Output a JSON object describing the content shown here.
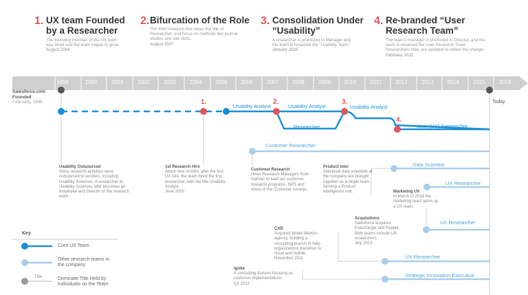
{
  "milestones": [
    {
      "num": "1.",
      "title_l1": "UX team Founded",
      "title_l2": "by a Researcher",
      "desc_l1": "The founding member of the UX team",
      "desc_l2": "was hired and the team began to grow.",
      "date": "August 2004"
    },
    {
      "num": "2.",
      "title_l1": "Bifurcation of the Role",
      "desc_l1": "The third research hire takes the title of",
      "desc_l2": "Researcher, and focus on methods like journal",
      "desc_l3": "studies and  site visits.",
      "date": "August 2007"
    },
    {
      "num": "3.",
      "title_l1": "Consolidation Under",
      "title_l2": "“Usability”",
      "desc_l1": "A researcher is promoted to Manager and",
      "desc_l2": "the team is renamed the “Usability Team”.",
      "date": "January 2010"
    },
    {
      "num": "4.",
      "title_l1": "Re-branded “User",
      "title_l2": "Research Team”",
      "desc_l1": "The team's manager is promoted to Director, and the",
      "desc_l2": "team is renamed the User Research Team.",
      "desc_l3": "Researchers titles are updated to reflect the change.",
      "date": "February 2012"
    }
  ],
  "years": [
    "1999",
    "2000",
    "2001",
    "2002",
    "2003",
    "2004",
    "2005",
    "2006",
    "2007",
    "2008",
    "2009",
    "2010",
    "2011",
    "2012",
    "2013",
    "2014",
    "2015",
    "2016"
  ],
  "founded": {
    "l1": "Salesforce.com",
    "l2": "Founded",
    "l3": "February, 1999"
  },
  "today": "Today",
  "markers": [
    "1.",
    "2.",
    "3.",
    "4."
  ],
  "track_labels": {
    "usability_analyst_1": "Usability Analyst",
    "usability_analyst_2": "Usability Analyst",
    "usability_analyst_3": "Usability Analyst",
    "researcher": "Researcher",
    "user_ux_researcher": "User (UX) Researcher",
    "customer_researcher": "Customer Researcher",
    "data_scientist": "Data Scientist",
    "ux_researcher_1": "UX Researcher",
    "ux_researcher_2": "UX Researcher",
    "ux_researcher_3": "UX Researcher",
    "strategic_innovation": "Strategic Innovation Executive"
  },
  "notes": {
    "usability_outsourced": {
      "title": "Usability Outsourced",
      "l1": "Many research activities were",
      "l2": "outsourced to vendors, including",
      "l3": "Usability Sciences. A researcher at",
      "l4": "Usability Sciences later becomes an",
      "l5": "employee and Director of the research",
      "l6": "team."
    },
    "first_hire": {
      "title": "1st Research Hire",
      "l1": "About nine months after the first",
      "l2": "UX hire, the team hired the first",
      "l3": "researcher, with the title Usability",
      "l4": "Analyst.",
      "l5": "June 2005"
    },
    "customer_research": {
      "title": "Customer Research",
      "l1": "Hired Research Managers from",
      "l2": "Gartner to lead our customer",
      "l3": "research programs. NPS and",
      "l4": "Voice of the Customer surveys."
    },
    "product_intel": {
      "title": "Product Intel",
      "l1": "Individual data scientists at",
      "l2": "the company are brought",
      "l3": "together as a  single team,",
      "l4": "forming a Product",
      "l5": "Intelligence unit."
    },
    "marketing_ux": {
      "title": "Marketing UX",
      "l1": "In March of 2014 the",
      "l2": "marketing team spins up",
      "l3": "a UX team."
    },
    "acquisitions": {
      "title": "Acquisitions",
      "l1": "Salesforce acquires",
      "l2": "ExactTarget and Rypple.",
      "l3": "Both teams include UX",
      "l4": "researchers.",
      "l5": "July 2013"
    },
    "cxd": {
      "title": "CXD",
      "l1": "Acquired Model Metrics",
      "l2": "agency, building a",
      "l3": "consulting branch  to help",
      "l4": "organizations transition to",
      "l5": "cloud and mobile.",
      "l6": "November 2011"
    },
    "ignite": {
      "title": "Ignite",
      "l1": "A consulting division focusing on",
      "l2": "customer implementations",
      "l3": "Q1 2012"
    }
  },
  "key": {
    "title": "Key",
    "core": "Core UX Team",
    "other_l1": "Other research teams in",
    "other_l2": "the company",
    "title_tag": "Title",
    "dominant_l1": "Dominate Title Held by",
    "dominant_l2": "Individuals on the Team"
  },
  "colors": {
    "accent_red": "#e0555a",
    "core_blue": "#1a8fd6",
    "light_blue": "#a9cdea",
    "grey": "#555555",
    "band": "#cfcfcf"
  }
}
